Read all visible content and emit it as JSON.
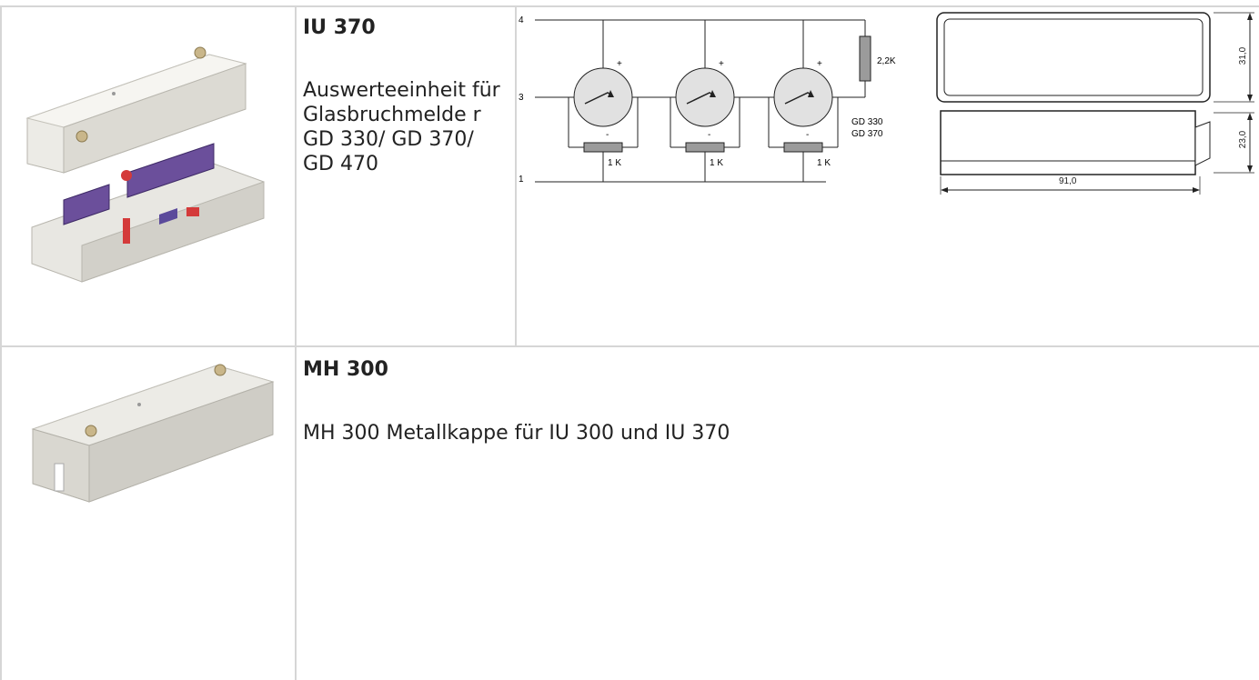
{
  "rows": [
    {
      "title": "IU 370",
      "description": "Auswerteeinheit für Glasbruchmelde r GD 330/ GD 370/ GD 470",
      "schematic": {
        "terminals": [
          "4",
          "3",
          "1"
        ],
        "plus": [
          "+",
          "+",
          "+"
        ],
        "minus": [
          "-",
          "-",
          "-"
        ],
        "resistor_top": "2,2K",
        "resistors": [
          "1 K",
          "1 K",
          "1 K"
        ],
        "models": [
          "GD 330",
          "GD 370"
        ]
      },
      "dimensions": {
        "height_top": "31,0",
        "height_bottom": "23,0",
        "width": "91,0"
      }
    },
    {
      "title": "MH 300",
      "description": "MH 300 Metallkappe für IU 300 und IU 370"
    }
  ]
}
